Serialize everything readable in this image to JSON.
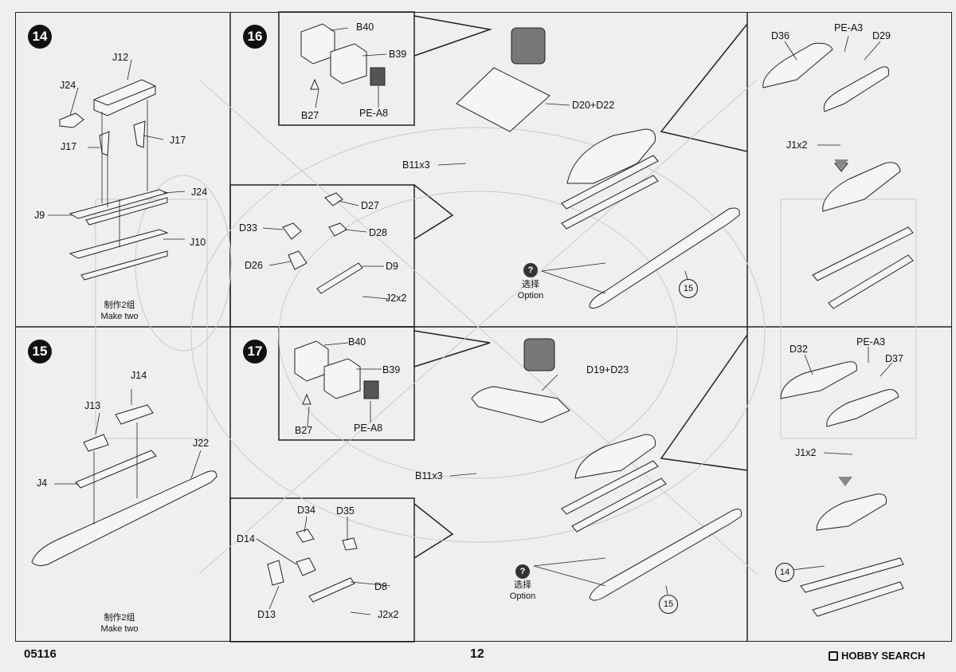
{
  "footer": {
    "code": "05116",
    "page": "12",
    "watermark": "HOBBY SEARCH"
  },
  "steps": {
    "s14": {
      "number": "14",
      "labels": {
        "j12": "J12",
        "j24a": "J24",
        "j17a": "J17",
        "j17b": "J17",
        "j24b": "J24",
        "j9": "J9",
        "j10": "J10"
      },
      "note_cn": "制作2组",
      "note_en": "Make two"
    },
    "s15": {
      "number": "15",
      "labels": {
        "j14": "J14",
        "j13": "J13",
        "j22": "J22",
        "j4": "J4"
      },
      "note_cn": "制作2组",
      "note_en": "Make two"
    },
    "s16": {
      "number": "16",
      "inset_top": {
        "b40": "B40",
        "b39": "B39",
        "b27": "B27",
        "pea8": "PE-A8"
      },
      "inset_bottom": {
        "d27": "D27",
        "d33": "D33",
        "d28": "D28",
        "d26": "D26",
        "d9": "D9",
        "j2x2": "J2x2"
      },
      "labels": {
        "d20d22": "D20+D22",
        "b11x3": "B11x3"
      },
      "option_cn": "选择",
      "option_en": "Option",
      "ref": "15",
      "right": {
        "d36": "D36",
        "pea3": "PE-A3",
        "d29": "D29",
        "j1x2": "J1x2"
      }
    },
    "s17": {
      "number": "17",
      "inset_top": {
        "b40": "B40",
        "b39": "B39",
        "b27": "B27",
        "pea8": "PE-A8"
      },
      "inset_bottom": {
        "d34": "D34",
        "d35": "D35",
        "d14": "D14",
        "d8": "D8",
        "d13": "D13",
        "j2x2": "J2x2"
      },
      "labels": {
        "d19d23": "D19+D23",
        "b11x3": "B11x3"
      },
      "option_cn": "选择",
      "option_en": "Option",
      "ref": "15",
      "right": {
        "d32": "D32",
        "pea3": "PE-A3",
        "d37": "D37",
        "j1x2": "J1x2",
        "ref14": "14"
      }
    }
  }
}
